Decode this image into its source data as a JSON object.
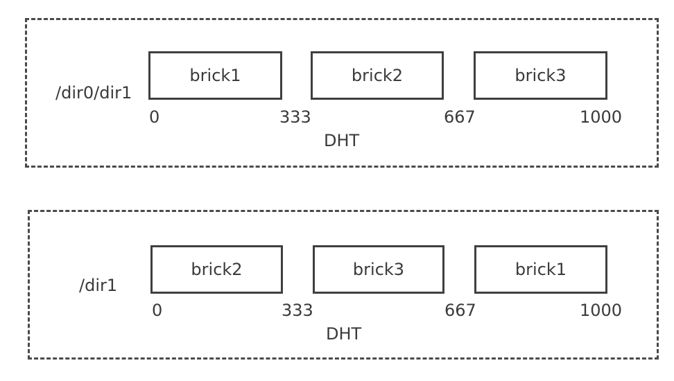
{
  "panels": [
    {
      "path_label": "/dir0/dir1",
      "bricks": [
        "brick1",
        "brick2",
        "brick3"
      ],
      "ticks": [
        "0",
        "333",
        "667",
        "1000"
      ],
      "axis_label": "DHT"
    },
    {
      "path_label": "/dir1",
      "bricks": [
        "brick2",
        "brick3",
        "brick1"
      ],
      "ticks": [
        "0",
        "333",
        "667",
        "1000"
      ],
      "axis_label": "DHT"
    }
  ]
}
